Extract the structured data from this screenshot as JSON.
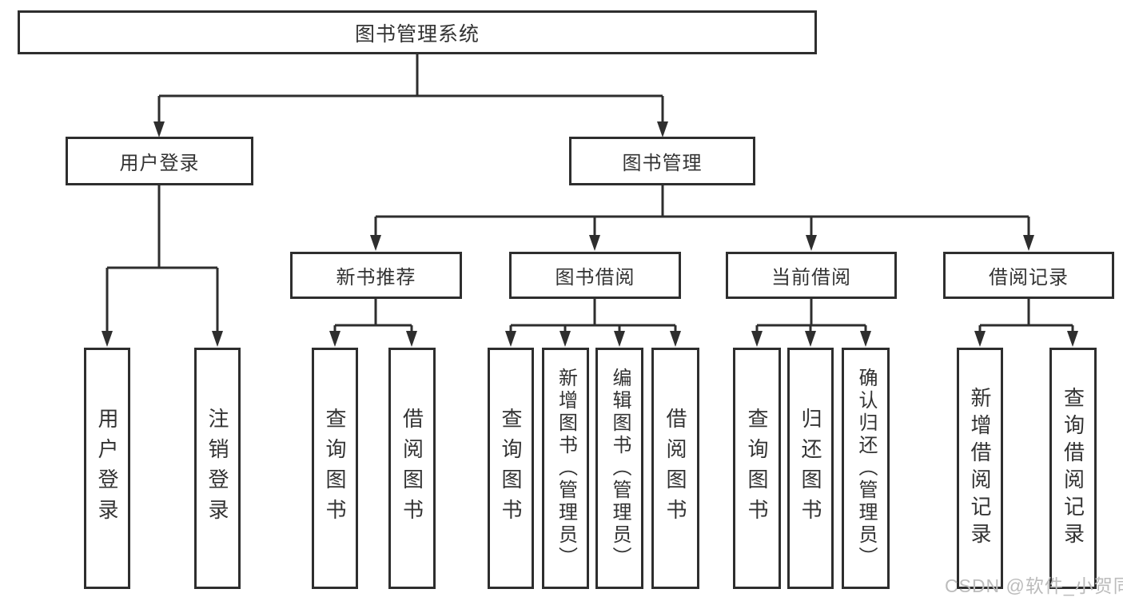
{
  "diagram": {
    "root": "图书管理系统",
    "level2": [
      "用户登录",
      "图书管理"
    ],
    "level3": [
      "新书推荐",
      "图书借阅",
      "当前借阅",
      "借阅记录"
    ],
    "leaves": {
      "user_login": [
        "用户登录",
        "注销登录"
      ],
      "new_book_recommendation": [
        "查询图书",
        "借阅图书"
      ],
      "book_borrowing": [
        "查询图书",
        "新增图书（管理员）",
        "编辑图书（管理员）",
        "借阅图书"
      ],
      "current_borrowing": [
        "查询图书",
        "归还图书",
        "确认归还（管理员）"
      ],
      "borrowing_records": [
        "新增借阅记录",
        "查询借阅记录"
      ]
    }
  },
  "watermark": "CSDN @软件_小贺同学",
  "colors": {
    "line": "#2e2e2e",
    "text": "#333333",
    "watermark": "#bcbcbc",
    "background": "#ffffff"
  }
}
